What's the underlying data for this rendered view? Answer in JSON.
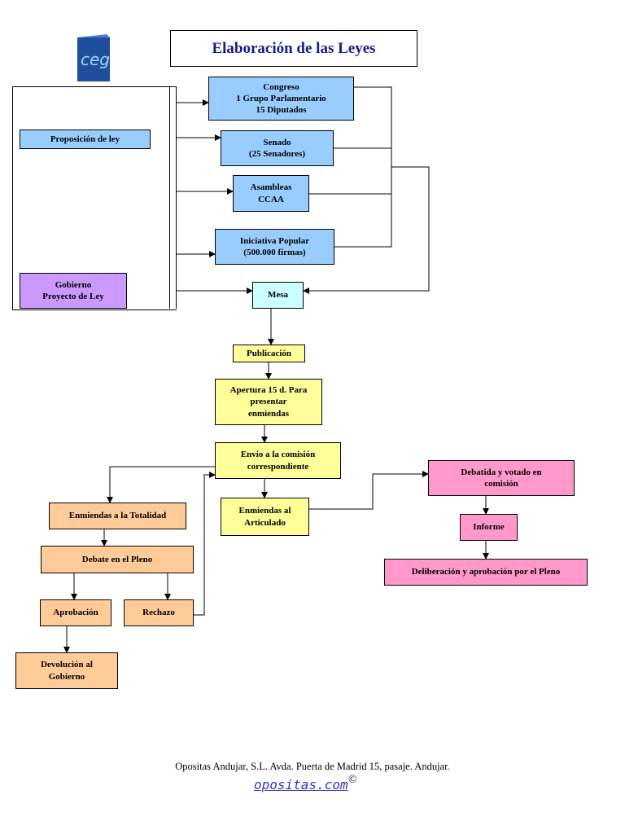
{
  "title": "Elaboración de las Leyes",
  "logo": {
    "text": "ceg",
    "icon": "ceg-logo-icon"
  },
  "nodes": {
    "proposicion": "Proposición de ley",
    "gobierno": "Gobierno\nProyecto de Ley",
    "congreso": "Congreso\n1 Grupo Parlamentario\n15 Diputados",
    "senado": "Senado\n(25 Senadores)",
    "asambleas": "Asambleas\nCCAA",
    "iniciativa": "Iniciativa Popular\n(500.000 firmas)",
    "mesa": "Mesa",
    "publicacion": "Publicación",
    "apertura": "Apertura 15 d. Para\npresentar\nenmiendas",
    "envio": "Envío a la comisión\ncorrespondiente",
    "totalidad": "Enmiendas a la Totalidad",
    "articulado": "Enmiendas al\nArticulado",
    "debatida": "Debatida y votado en\ncomisión",
    "informe": "Informe",
    "deliberacion": "Deliberación y aprobación por el Pleno",
    "debate": "Debate en el Pleno",
    "aprobacion": "Aprobación",
    "rechazo": "Rechazo",
    "devolucion": "Devolución al\nGobierno"
  },
  "colors": {
    "blue": "#99ccff",
    "purple": "#cc99ff",
    "cyan": "#ccffff",
    "yellow": "#ffff99",
    "orange": "#ffcc99",
    "pink": "#ff99cc",
    "title": "#1a1a8c"
  },
  "footer": {
    "text": "Opositas Andujar, S.L. Avda. Puerta de Madrid 15, pasaje. Andujar.",
    "link": "opositas.com",
    "copyright": "©"
  }
}
